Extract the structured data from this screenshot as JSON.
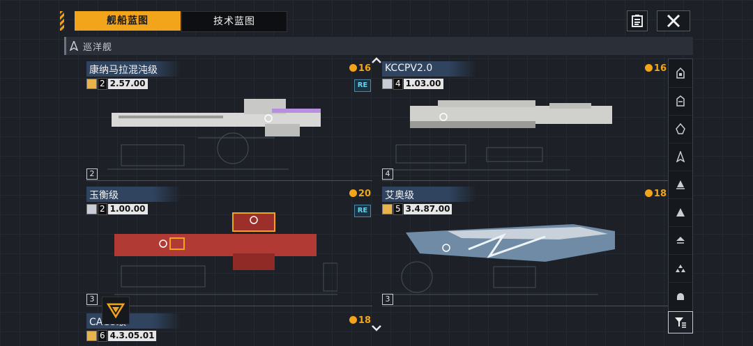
{
  "tabs": {
    "ship_blueprint": "舰船蓝图",
    "tech_blueprint": "技术蓝图"
  },
  "section": {
    "title": "巡洋舰"
  },
  "ships": [
    {
      "name": "康纳马拉混沌级",
      "cost": "16",
      "tier_num": "2",
      "stat_value": "2.57.00",
      "badge": "RE",
      "tier": "2",
      "hull_color": "#d8d8d6"
    },
    {
      "name": "KCCPV2.0",
      "cost": "16",
      "tier_num": "4",
      "stat_value": "1.03.00",
      "badge": "",
      "tier": "4",
      "hull_color": "#d0d0cc"
    },
    {
      "name": "玉衡级",
      "cost": "20",
      "tier_num": "2",
      "stat_value": "1.00.00",
      "badge": "RE",
      "tier": "3",
      "hull_color": "#b23a34"
    },
    {
      "name": "艾奥级",
      "cost": "18",
      "tier_num": "5",
      "stat_value": "3.4.87.00",
      "badge": "",
      "tier": "3",
      "hull_color": "#6f8ba6"
    },
    {
      "name": "CAG3级",
      "cost": "18",
      "tier_num": "6",
      "stat_value": "4.3.05.01",
      "badge": "",
      "tier": "",
      "hull_color": "#cccccc"
    }
  ],
  "side_toolbar": {
    "items": [
      "frigate-icon",
      "destroyer-icon",
      "cruiser-icon",
      "battlecruiser-icon",
      "carrier-icon",
      "battleship-icon",
      "auxiliary-icon",
      "fleet-icon",
      "station-icon"
    ]
  },
  "colors": {
    "accent": "#f2a51a",
    "name_bar": "#304460",
    "re_badge": "#6ad0f0"
  }
}
